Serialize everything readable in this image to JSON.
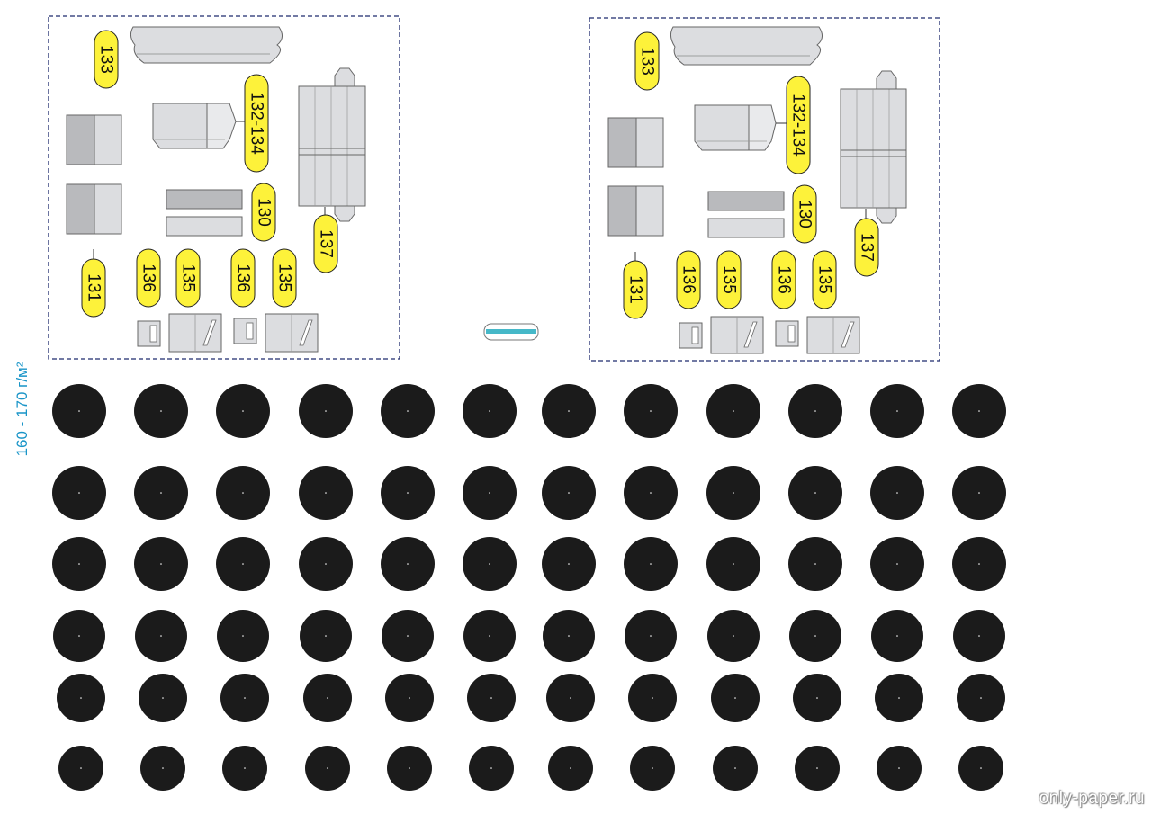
{
  "paper_weight": "160 - 170 г/м²",
  "watermark": "only-paper.ru",
  "sheets": [
    {
      "labels": [
        "133",
        "132-134",
        "130",
        "137",
        "131",
        "136",
        "135",
        "136",
        "135"
      ]
    },
    {
      "labels": [
        "133",
        "132-134",
        "130",
        "137",
        "131",
        "136",
        "135",
        "136",
        "135"
      ]
    }
  ],
  "colors": {
    "label_fill": "#fdf23a",
    "frame": "#1e2a6e",
    "part_light": "#dcdde0",
    "part_mid": "#b9babd",
    "part_dark": "#9fa0a3",
    "disk": "#1b1b1b",
    "small_part_accent": "#46b8c8"
  },
  "disk_grid": {
    "rows": 6,
    "columns": 12
  }
}
